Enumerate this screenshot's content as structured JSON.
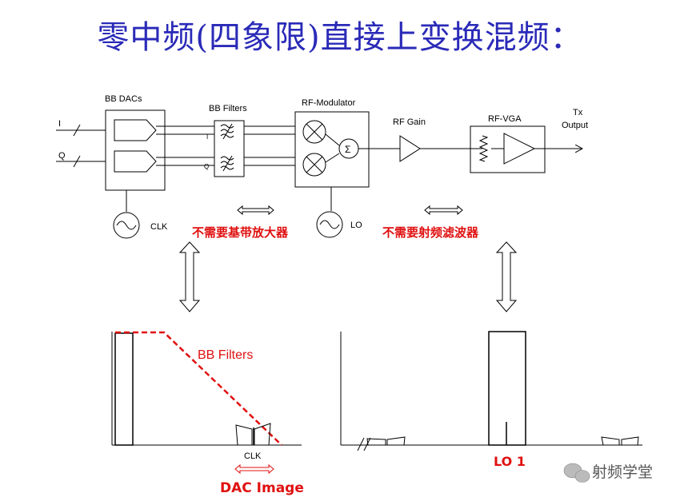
{
  "title": "零中频(四象限)直接上变换混频：",
  "block_labels": {
    "bb_dacs": "BB DACs",
    "bb_filters": "BB Filters",
    "rf_modulator": "RF-Modulator",
    "rf_gain": "RF Gain",
    "rf_vga": "RF-VGA",
    "tx_output_line1": "Tx",
    "tx_output_line2": "Output",
    "input_i": "I",
    "input_q": "Q",
    "filter_i": "I",
    "filter_q": "Q",
    "sum_symbol": "Σ",
    "clk": "CLK",
    "lo": "LO"
  },
  "notes": {
    "no_bb_amp": "不需要基带放大器",
    "no_rf_filter": "不需要射频滤波器"
  },
  "spectra": {
    "bb_filters_label": "BB Filters",
    "clk_label": "CLK",
    "dac_image_label": "DAC Image",
    "lo1_label": "LO 1"
  },
  "watermark": "射频学堂",
  "colors": {
    "title": "#2a2ab8",
    "note_red": "#e01010",
    "line": "#000000"
  }
}
